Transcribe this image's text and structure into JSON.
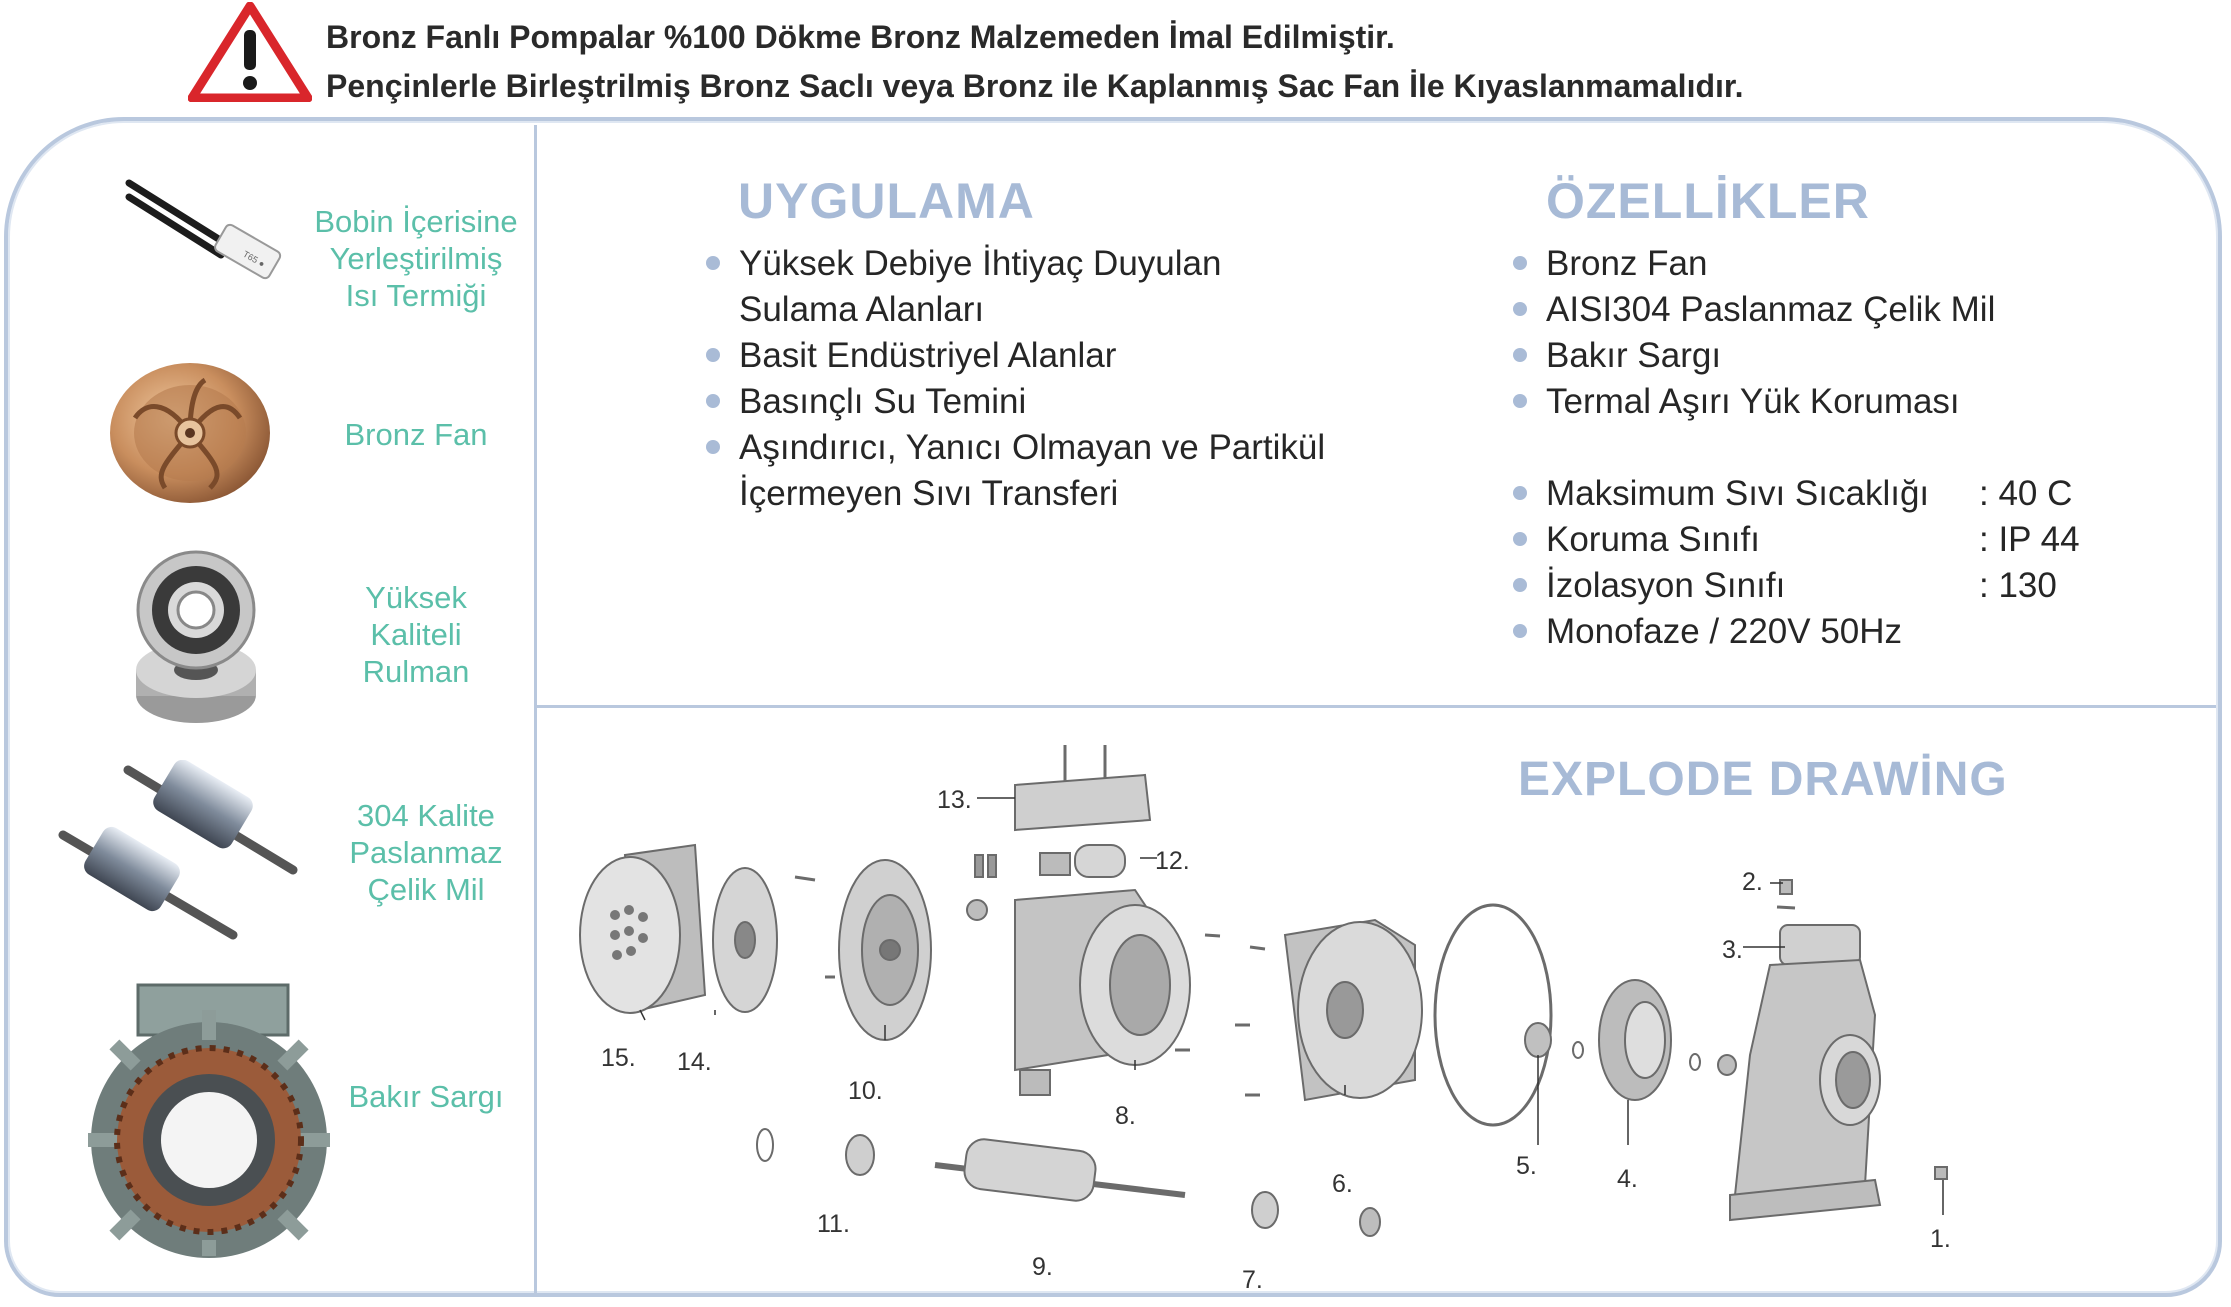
{
  "warning": {
    "line1": "Bronz Fanlı Pompalar %100 Dökme Bronz Malzemeden İmal Edilmiştir.",
    "line2": "Pençinlerle Birleştrilmiş Bronz Saclı veya Bronz ile Kaplanmış Sac Fan İle Kıyaslanmamalıdır."
  },
  "features": [
    {
      "lines": [
        "Bobin İçerisine",
        "Yerleştirilmiş",
        "Isı Termiği"
      ]
    },
    {
      "lines": [
        "Bronz Fan"
      ]
    },
    {
      "lines": [
        "Yüksek",
        "Kaliteli",
        "Rulman"
      ]
    },
    {
      "lines": [
        "304 Kalite",
        "Paslanmaz",
        "Çelik Mil"
      ]
    },
    {
      "lines": [
        "Bakır Sargı"
      ]
    }
  ],
  "application": {
    "title": "UYGULAMA",
    "items": [
      {
        "line1": "Yüksek Debiye İhtiyaç Duyulan",
        "line2": "Sulama Alanları"
      },
      {
        "line1": "Basit Endüstriyel Alanlar"
      },
      {
        "line1": "Basınçlı Su Temini"
      },
      {
        "line1": "Aşındırıcı, Yanıcı Olmayan ve Partikül",
        "line2": "İçermeyen Sıvı Transferi"
      }
    ]
  },
  "features_spec": {
    "title": "ÖZELLİKLER",
    "items": [
      "Bronz Fan",
      "AISI304 Paslanmaz Çelik Mil",
      "Bakır Sargı",
      "Termal Aşırı Yük Koruması"
    ],
    "specs": [
      {
        "label": "Maksimum Sıvı Sıcaklığı",
        "value": ": 40 C"
      },
      {
        "label": "Koruma Sınıfı",
        "value": ": IP 44"
      },
      {
        "label": "İzolasyon Sınıfı",
        "value": ": 130"
      },
      {
        "label": "Monofaze / 220V 50Hz",
        "value": ""
      }
    ]
  },
  "explode": {
    "title": "EXPLODE DRAWİNG",
    "parts": [
      "1.",
      "2.",
      "3.",
      "4.",
      "5.",
      "6.",
      "7.",
      "8.",
      "9.",
      "10.",
      "11.",
      "12.",
      "13.",
      "14.",
      "15."
    ]
  },
  "colors": {
    "accent_green": "#5bbfa9",
    "title_blue": "#a7bad6",
    "frame_blue": "#b9c8de",
    "warning_red": "#d9262b"
  }
}
